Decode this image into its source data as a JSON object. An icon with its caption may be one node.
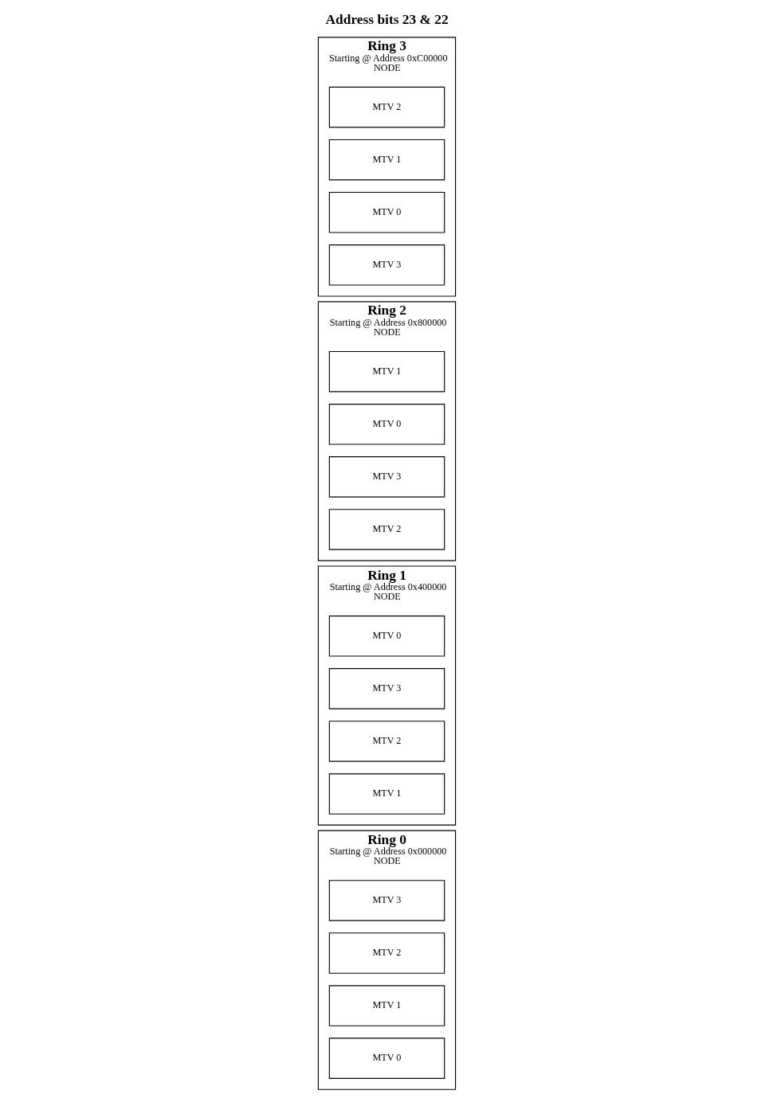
{
  "diagram": {
    "title": "Address bits 23 & 22",
    "nodes": [
      {
        "text": [
          "Ring 0",
          "Starting @ Address 0x000000",
          "NODE"
        ]
      },
      {
        "text": [
          "MTV 3"
        ],
        "in": 0
      },
      {
        "text": [
          "MTV 2"
        ],
        "in": 0
      },
      {
        "text": [
          "MTV 1"
        ],
        "in": 0
      },
      {
        "text": [
          "MTV 0"
        ],
        "in": 0
      },
      {
        "text": [
          "Ring 1",
          "Starting @ Address 0x400000",
          "NODE"
        ]
      },
      {
        "text": [
          "MTV 0"
        ],
        "in": 5
      },
      {
        "text": [
          "MTV 3"
        ],
        "in": 5
      },
      {
        "text": [
          "MTV 2"
        ],
        "in": 5
      },
      {
        "text": [
          "MTV 1"
        ],
        "in": 5
      },
      {
        "text": [
          "Ring 2",
          "Starting @ Address 0x800000",
          "NODE"
        ]
      },
      {
        "text": [
          "MTV 1"
        ],
        "in": 10
      },
      {
        "text": [
          "MTV 0"
        ],
        "in": 10
      },
      {
        "text": [
          "MTV 3"
        ],
        "in": 10
      },
      {
        "text": [
          "MTV 2"
        ],
        "in": 10
      },
      {
        "text": [
          "Ring 3",
          "Starting @ Address 0xC00000",
          "NODE"
        ]
      },
      {
        "text": [
          "MTV 2"
        ],
        "in": 15
      },
      {
        "text": [
          "MTV 1"
        ],
        "in": 15
      },
      {
        "text": [
          "MTV 0"
        ],
        "in": 15
      },
      {
        "text": [
          "MTV 3"
        ],
        "in": 15
      }
    ],
    "edges": []
  }
}
